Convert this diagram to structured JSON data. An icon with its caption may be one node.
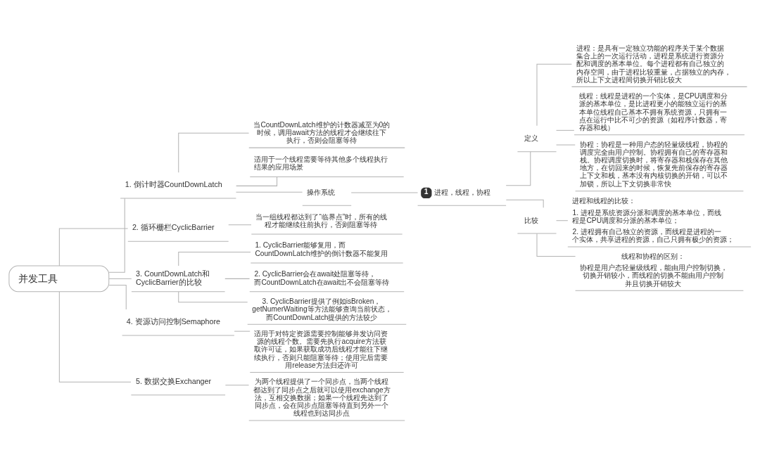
{
  "diagram": {
    "nodes": [
      {
        "text": [
          "并发工具"
        ]
      },
      {
        "text": [
          "1. 倒计时器CountDownLatch"
        ]
      },
      {
        "text": [
          "当CountDownLatch维护的计数器减至为0的时候，调用await方法的线程才会继续往下执行，否则会阻塞等待"
        ]
      },
      {
        "text": [
          "适用于一个线程需要等待其他多个线程执行结果的应用场景"
        ]
      },
      {
        "text": [
          "操作系统"
        ]
      },
      {
        "text": [
          "1",
          "进程，线程，协程"
        ]
      },
      {
        "text": [
          "定义"
        ]
      },
      {
        "text": [
          "进程：是具有一定独立功能的程序关于某个数据集合上的一次运行活动，进程是系统进行资源分配和调度的基本单位。每个进程都有自己独立的内存空间，由于进程比较重量，占据独立的内存，所以上下文进程间切换开销比较大"
        ]
      },
      {
        "text": [
          "线程：线程是进程的一个实体，是CPU调度和分派的基本单位，是比进程更小的能独立运行的基本单位线程自己基本不拥有系统资源，只拥有一点在运行中比不可少的资源（如程序计数器，寄存器和栈）"
        ]
      },
      {
        "text": [
          "协程：协程是一种用户态的轻量级线程，协程的调度完全由用户控制。协程拥有自己的寄存器和栈。协程调度切换时，将寄存器和栈保存在其他地方，在切回来的时候，恢复先前保存的寄存器上下文和栈，基本没有内核切换的开销，可以不加锁，所以上下文切换非常快"
        ]
      },
      {
        "text": [
          "比较"
        ]
      },
      {
        "text": [
          "进程和线程的比较：",
          "1. 进程是系统资源分派和调度的基本单位，而线程是CPU调度和分派的基本单位；",
          "2. 进程拥有自己独立的资源，而线程是进程的一个实体，共享进程的资源，自己只拥有极少的资源；"
        ]
      },
      {
        "text": [
          "线程和协程的区别：",
          "协程是用户态轻量级线程，能由用户控制切换，切换开销较小，而线程的切换不能由用户控制并且切换开销较大"
        ]
      },
      {
        "text": [
          "2. 循环栅栏CyclicBarrier"
        ]
      },
      {
        "text": [
          "当一组线程都达到了“临界点”时，所有的线程才能继续往前执行，否则阻塞等待"
        ]
      },
      {
        "text": [
          "3. CountDownLatch和CyclicBarrier的比较"
        ]
      },
      {
        "text": [
          "1. CyclicBarrier能够复用，而CountDownLatch维护的倒计数器不能复用"
        ]
      },
      {
        "text": [
          "2. CyclicBarrier会在await处阻塞等待，而CountDownLatch在await出不会阻塞等待"
        ]
      },
      {
        "text": [
          "3. CyclicBarrier提供了例如isBroken，getNumerWaiting等方法能够查询当前状态，而CountDownLatch提供的方法较少"
        ]
      },
      {
        "text": [
          "4. 资源访问控制Semaphore"
        ]
      },
      {
        "text": [
          "适用于对特定资源需要控制能够并发访问资源的线程个数。需要先执行acquire方法获取许可证，如果获取成功后线程才能往下继续执行，否则只能阻塞等待；使用完后需要用release方法归还许可"
        ]
      },
      {
        "text": [
          "5. 数据交换Exchanger"
        ]
      },
      {
        "text": [
          "为两个线程提供了一个同步点，当两个线程都达到了同步点之后就可以使用exchange方法，互相交换数据；如果一个线程先达到了同步点，会在同步点阻塞等待直到另外一个线程也到达同步点"
        ]
      }
    ],
    "edges": [
      {
        "from": 0,
        "to": 1,
        "arrow": "none"
      },
      {
        "from": 1,
        "to": 2,
        "arrow": "none"
      },
      {
        "from": 1,
        "to": 3,
        "arrow": "none"
      },
      {
        "from": 1,
        "to": 4,
        "arrow": "none"
      },
      {
        "from": 4,
        "to": 5,
        "arrow": "none"
      },
      {
        "from": 5,
        "to": 6,
        "arrow": "none"
      },
      {
        "from": 6,
        "to": 7,
        "arrow": "none"
      },
      {
        "from": 6,
        "to": 8,
        "arrow": "none"
      },
      {
        "from": 6,
        "to": 9,
        "arrow": "none"
      },
      {
        "from": 5,
        "to": 10,
        "arrow": "none"
      },
      {
        "from": 10,
        "to": 11,
        "arrow": "none"
      },
      {
        "from": 10,
        "to": 12,
        "arrow": "none"
      },
      {
        "from": 0,
        "to": 13,
        "arrow": "none"
      },
      {
        "from": 13,
        "to": 14,
        "arrow": "none"
      },
      {
        "from": 0,
        "to": 15,
        "arrow": "none"
      },
      {
        "from": 15,
        "to": 16,
        "arrow": "none"
      },
      {
        "from": 15,
        "to": 17,
        "arrow": "none"
      },
      {
        "from": 15,
        "to": 18,
        "arrow": "none"
      },
      {
        "from": 0,
        "to": 19,
        "arrow": "none"
      },
      {
        "from": 19,
        "to": 20,
        "arrow": "none"
      },
      {
        "from": 0,
        "to": 21,
        "arrow": "none"
      },
      {
        "from": 21,
        "to": 22,
        "arrow": "none"
      }
    ]
  }
}
